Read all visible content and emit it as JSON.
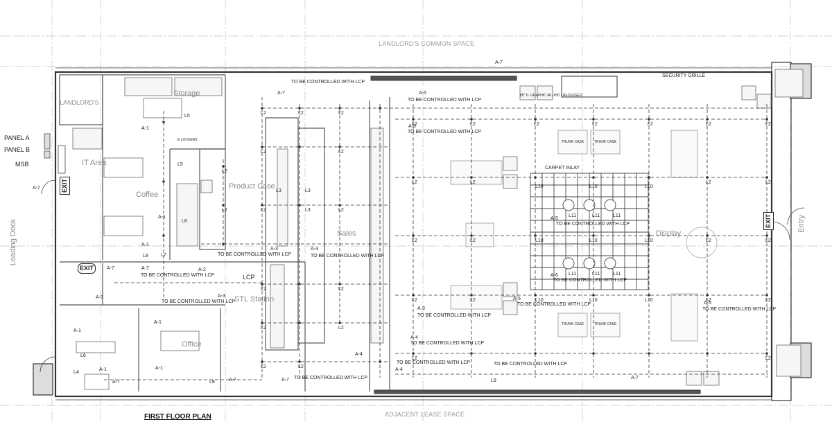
{
  "plan": {
    "title": "FIRST FLOOR PLAN",
    "top_space": "LANDLORD'S COMMON SPACE",
    "bottom_space": "ADJACENT LEASE SPACE",
    "colors": {
      "line": "#333333",
      "grid": "#bbbbbb",
      "fixture": "#444444",
      "label": "#8a8a8a"
    }
  },
  "rooms": {
    "landlords": "LANDLORD'S",
    "storage": "Storage",
    "it_area": "IT Area",
    "coffee": "Coffee",
    "product_case": "Product Case",
    "sales": "Sales",
    "display": "Display",
    "stl_station": "STL Station",
    "office": "Office",
    "loading_dock": "Loading Dock",
    "entry": "Entry"
  },
  "side_labels": {
    "panel_a": "PANEL A",
    "panel_b": "PANEL B",
    "msb": "MSB"
  },
  "signs": {
    "exit": "EXIT",
    "lcp": "LCP",
    "security_grille": "SECURITY GRILLE",
    "carpet_inlay": "CARPET INLAY",
    "trunk_case": "TRUNK CASE",
    "lockers": "E LOCKERS"
  },
  "notes": {
    "lcp_control": "TO BE CONTROLLED WITH LCP",
    "graphic_4k": "85\" D. GRAPHIC 4K UHD / RECESSED"
  },
  "circuits": {
    "a7": "A-7",
    "a5": "A-5",
    "a3": "A-3",
    "a2": "A-2",
    "a1": "A-1",
    "a4": "A-4",
    "a6": "A-6",
    "l2": "L2",
    "l3": "L3",
    "l5": "L5",
    "l7": "L7",
    "l8": "L8",
    "l10": "L10",
    "l11": "L11",
    "l6": "L6",
    "l4": "L4",
    "l9": "L9"
  }
}
